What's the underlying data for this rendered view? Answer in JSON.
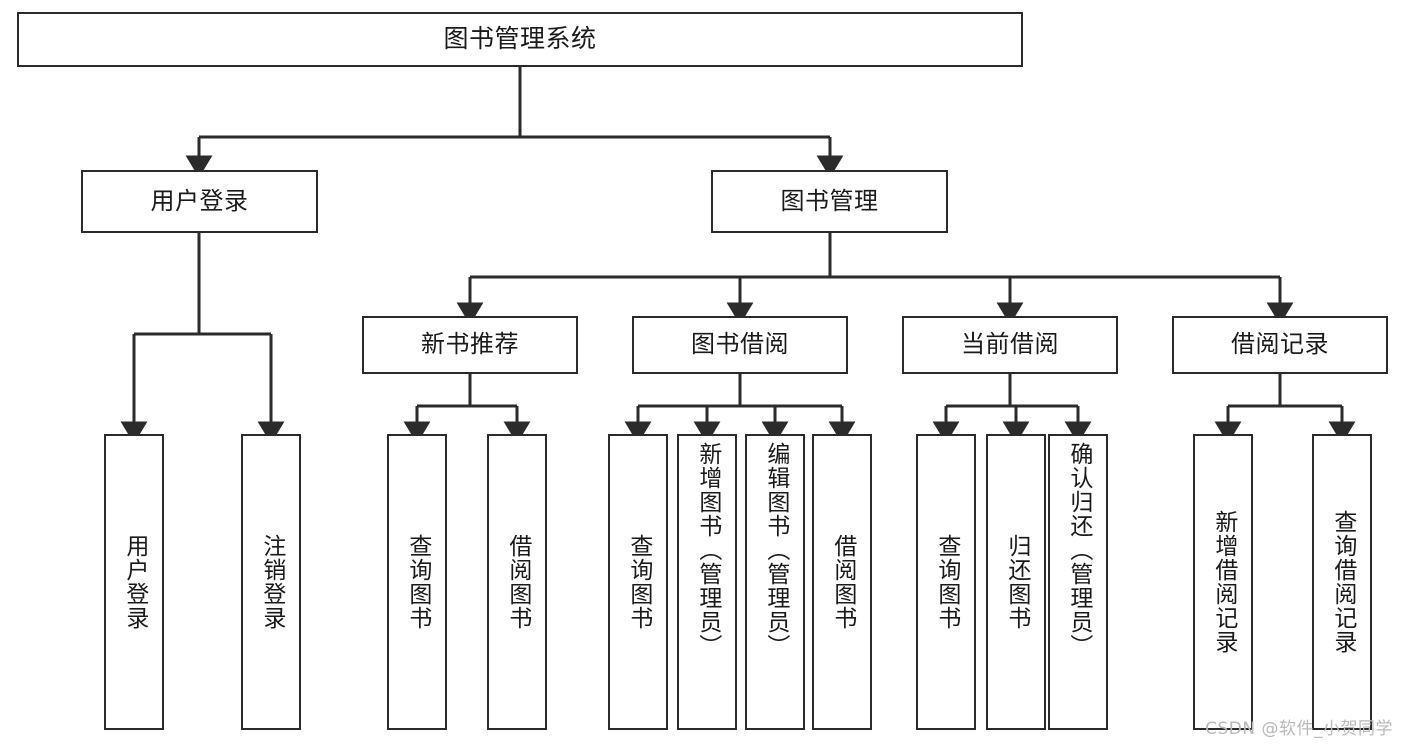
{
  "diagram": {
    "title": "图书管理系统",
    "type": "tree-hierarchy-chart",
    "watermark": "CSDN @软件_小贺同学",
    "stroke_color": "#2b2b2b",
    "background_color": "#ffffff"
  },
  "nodes": {
    "root": {
      "label": "图书管理系统"
    },
    "level2": [
      {
        "label": "用户登录"
      },
      {
        "label": "图书管理"
      }
    ],
    "level3": [
      {
        "label": "新书推荐"
      },
      {
        "label": "图书借阅"
      },
      {
        "label": "当前借阅"
      },
      {
        "label": "借阅记录"
      }
    ],
    "leaves_user_login": [
      {
        "label": "用户登录"
      },
      {
        "label": "注销登录"
      }
    ],
    "leaves_new_book": [
      {
        "label": "查询图书"
      },
      {
        "label": "借阅图书"
      }
    ],
    "leaves_borrow": [
      {
        "label": "查询图书"
      },
      {
        "label": "新增图书（管理员）"
      },
      {
        "label": "编辑图书（管理员）"
      },
      {
        "label": "借阅图书"
      }
    ],
    "leaves_current": [
      {
        "label": "查询图书"
      },
      {
        "label": "归还图书"
      },
      {
        "label": "确认归还（管理员）"
      }
    ],
    "leaves_records": [
      {
        "label": "新增借阅记录"
      },
      {
        "label": "查询借阅记录"
      }
    ]
  }
}
